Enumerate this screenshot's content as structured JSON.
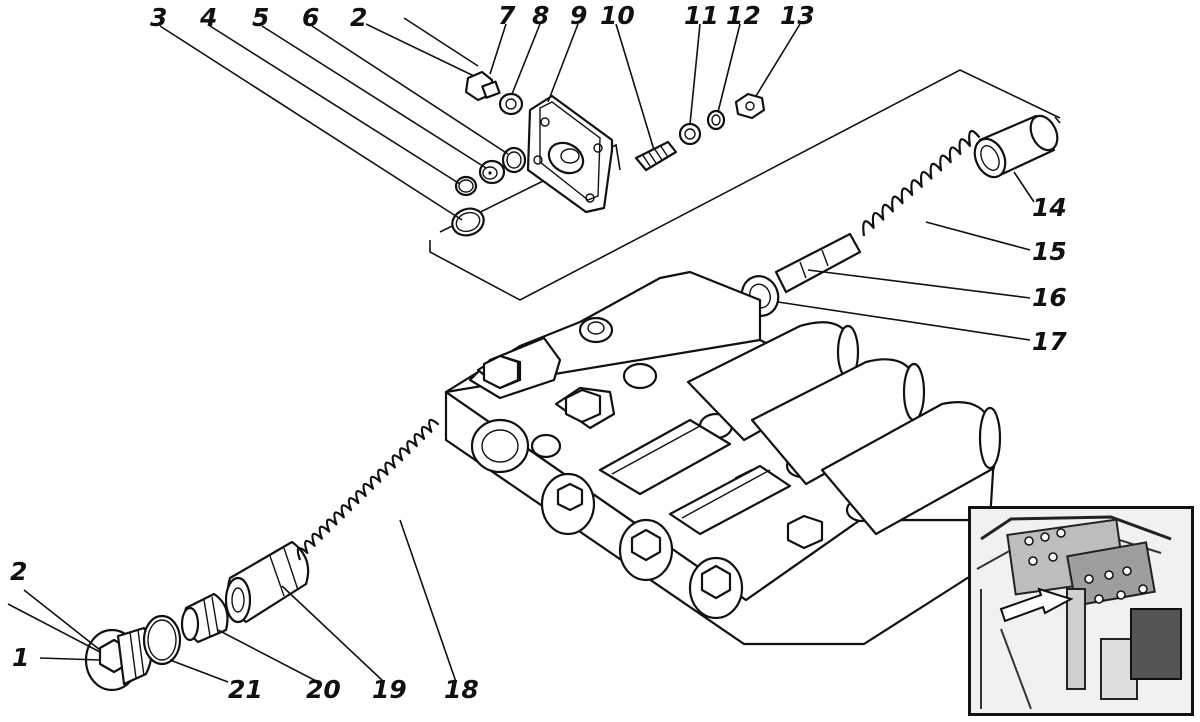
{
  "callouts": [
    {
      "id": "c1",
      "text": "1"
    },
    {
      "id": "c2a",
      "text": "2"
    },
    {
      "id": "c2b",
      "text": "2"
    },
    {
      "id": "c3",
      "text": "3"
    },
    {
      "id": "c4",
      "text": "4"
    },
    {
      "id": "c5",
      "text": "5"
    },
    {
      "id": "c6",
      "text": "6"
    },
    {
      "id": "c7",
      "text": "7"
    },
    {
      "id": "c8",
      "text": "8"
    },
    {
      "id": "c9",
      "text": "9"
    },
    {
      "id": "c10",
      "text": "10"
    },
    {
      "id": "c11",
      "text": "11"
    },
    {
      "id": "c12",
      "text": "12"
    },
    {
      "id": "c13",
      "text": "13"
    },
    {
      "id": "c14",
      "text": "14"
    },
    {
      "id": "c15",
      "text": "15"
    },
    {
      "id": "c16",
      "text": "16"
    },
    {
      "id": "c17",
      "text": "17"
    },
    {
      "id": "c18",
      "text": "18"
    },
    {
      "id": "c19",
      "text": "19"
    },
    {
      "id": "c20",
      "text": "20"
    },
    {
      "id": "c21",
      "text": "21"
    }
  ],
  "colors": {
    "line": "#111111",
    "paper": "#ffffff",
    "shade": "#d9d9d9",
    "inset_bg": "#f4f4f4"
  }
}
